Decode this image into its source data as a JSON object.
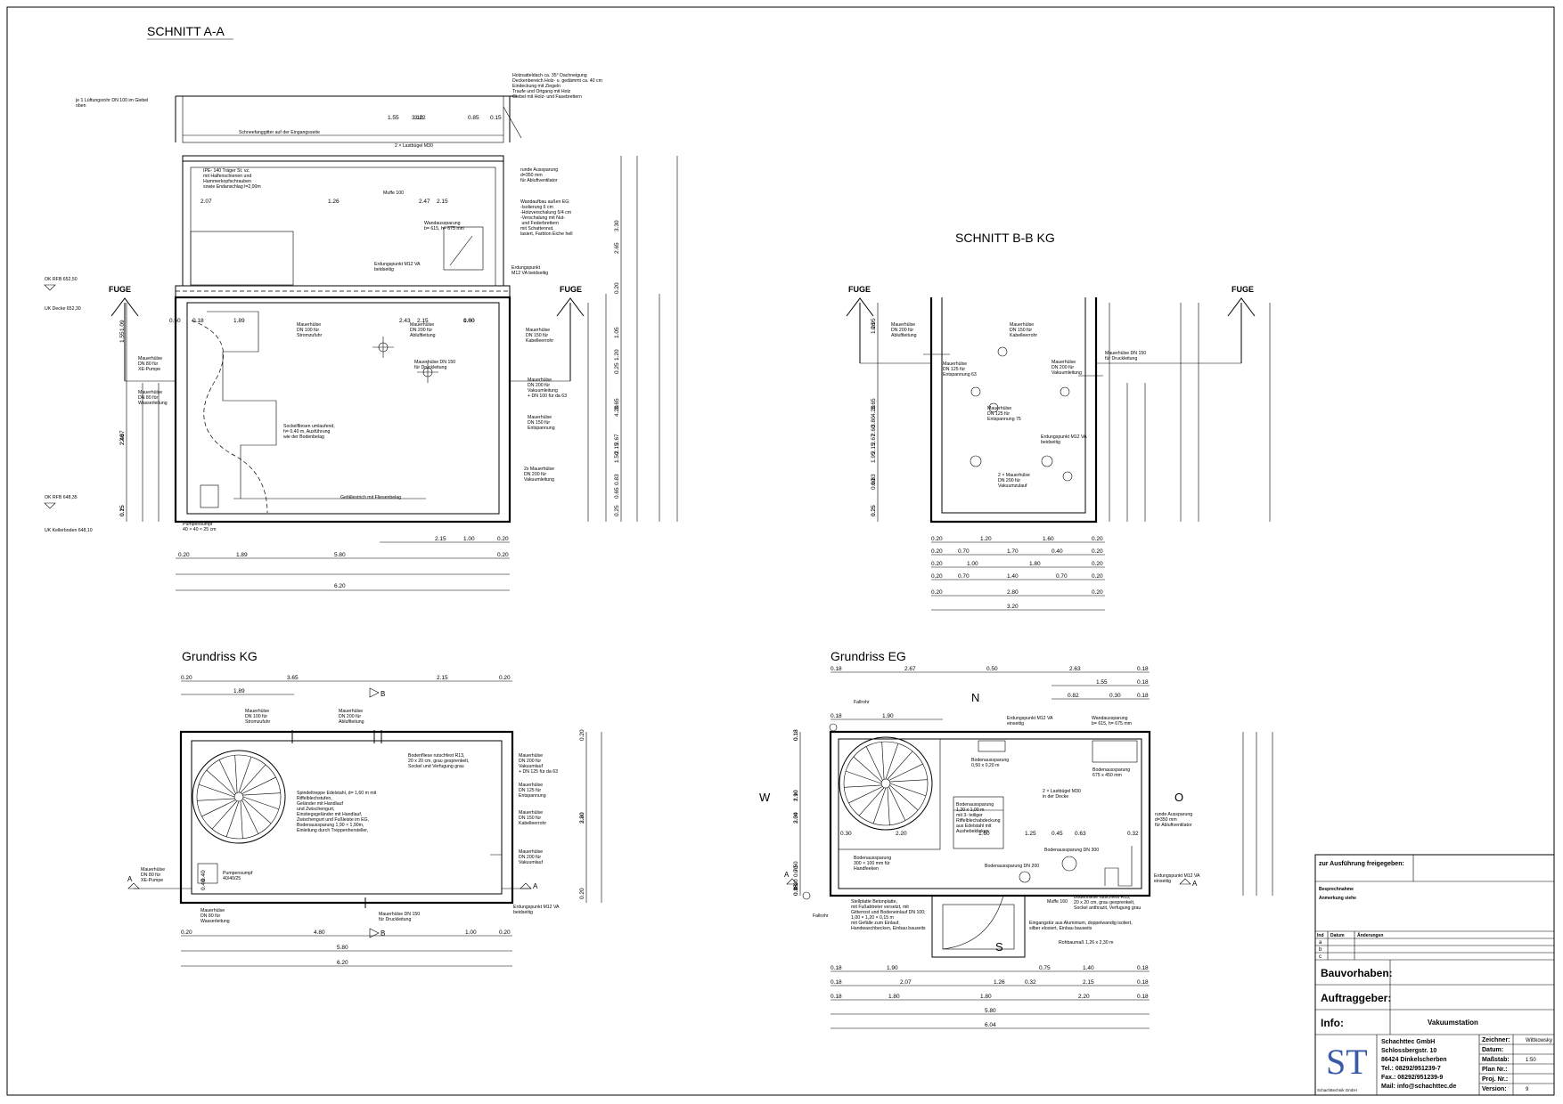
{
  "titles": {
    "schnitt_aa": "SCHNITT A-A",
    "schnitt_bb": "SCHNITT B-B  KG",
    "grundriss_kg": "Grundriss  KG",
    "grundriss_eg": "Grundriss  EG"
  },
  "labels": {
    "fuge": "FUGE",
    "ok_rfb_top": "OK  RFB 652,50",
    "uk_decke": "UK  Decke 652,30",
    "ok_rfb_bottom": "OK  RFB 648,35",
    "uk_kellerboden": "UK  Kellerboden 648,10",
    "compass_n": "N",
    "compass_s": "S",
    "compass_w": "W",
    "compass_o": "O",
    "sec_a": "A",
    "sec_b": "B"
  },
  "notes_aa": {
    "roof_right": "Holzsatteldach ca. 35° Dachneigung\nDeckenbereich Holz- u. gedämmt ca. 40 cm\nEindeckung mit Ziegeln\nTraufe und Ortgang mit Holz\nGiebel mit Holz- und Fasebrettern",
    "lueftung": "je 1 Lüftungsrohr DN 100 im Giebel\noben",
    "schneefang": "Schneefanggitter auf der Eingangsseite",
    "lastbuegel": "2 × Lastbügel M30",
    "ipe": "IPE- 140 Träger St. vz.\nmit Halfenschienen und\nHammerkopfschrauben\nsowie Endanschlag l=2,00m",
    "muffe": "Muffe 100",
    "runde_aussparung": "runde Aussparung\nd=350 mm\nfür Abluftventilator",
    "wandaussparung": "Wandaussparung\nb= 615, h= 675 mm",
    "erdungspunkt_top": "Erdungspunkt M12 VA\nbeidseitig",
    "wandaufbau": "Wandaufbau außen EG:\n-Isolierung 6 cm\n-Holzverschalung 5/4 cm\n-Verschalung mit Nut-\n und Federbrettern\nmit Schattennut,\nlasiert, Farbton Eiche hell",
    "mh_dn100_strom": "Mauerhülse\nDN 100 für\nStromzufuhr",
    "mh_dn200_abluft": "Mauerhülse\nDN 200 für\nAbluftleitung",
    "mh_dn150_druck": "Mauerhülse DN 150\nfür Druckleitung",
    "mh_dn150_kabel": "Mauerhülse\nDN 150 für\nKabelleerrohr",
    "mh_dn80_xepumpe": "Mauerhülse\nDN 80 für\nXE-Pumpe",
    "mh_dn80_wasser": "Mauerhülse\nDN 80 für\nWasserleitung",
    "mh_dn200_vakuum": "Mauerhülse\nDN 200 für\nVakuumleitung\n+ DN 100 für da 63",
    "mh_dn150_entsp": "Mauerhülse\nDN 150 für\nEntspannung",
    "sockelfliesen": "Sockelfliesen umlaufend,\nh= 0,40 m, Ausführung\nwie der Bodenbelag",
    "mh_2x_dn200": "2x Mauerhülse\nDN 200 für\nVakuumleitung",
    "gefaelle": "Gefällestrich mit Fliesenbelag",
    "pumpensumpf": "Pumpensumpf\n40 × 40 × 25 cm",
    "erdungspunkt_left": "Erdungspunkt\nM12 VA beidseitig"
  },
  "notes_bb": {
    "mh_dn200_abluft": "Mauerhülse\nDN 200 für\nAbluftleitung",
    "mh_dn150_kabel": "Mauerhülse\nDN 150 für\nKabelleerrohr",
    "mh_dn150_druck": "Mauerhülse DN 150\nfür Druckleitung",
    "mh_dn125_entsp63": "Mauerhülse\nDN 125 für\nEntspannung 63",
    "mh_dn200_vak": "Mauerhülse\nDN 200 für\nVakuumleitung",
    "mh_dn125_entsp75": "Mauerhülse\nDN 125 für\nEntspannung 75",
    "erdungspunkt": "Erdungspunkt M12 VA\nbeidseitig",
    "mh_2x_dn200": "2 × Mauerhülse\nDN 200 für\nVakuumzulauf"
  },
  "notes_kg": {
    "mh_dn100_strom": "Mauerhülse\nDN 100 für\nStromzufuhr",
    "mh_dn200_abluft": "Mauerhülse\nDN 200 für\nAbluftleitung",
    "bodenfliese": "Bodenfliese rutschfest R13,\n20 x 20 cm, grau gesprenkelt,\nSockel und Verfugung grau",
    "mh_dn200_vak": "Mauerhülse\nDN 200 für\nVakuumlauf\n+ DN 125 für da 63",
    "mh_dn125_entsp": "Mauerhülse\nDN 125 für\nEntspannung",
    "spindeltreppe": "Spindeltreppe Edelstahl, d= 1,60 m mit\nRiffelblechstufen,\nGeländer mit Handlauf\nund Zwischengurt,\nEinstiegsgeländer mit Handlauf,\nZwischengurt und Fußleiste im EG,\nBodenaussparung 1,90 × 1,90m,\nEinleitung durch Treppenhersteller,",
    "mh_dn150_kabel": "Mauerhülse\nDN 150 für\nKabelleerrohr",
    "mh_dn200_vakuumlauf": "Mauerhülse\nDN 200 für\nVakuumlauf",
    "pumpensumpf": "Pumpensumpf\n40/40/25",
    "mh_dn80_xe": "Mauerhülse\nDN 80 für\nXE-Pumpe",
    "mh_dn80_wasser": "Mauerhülse\nDN 80 für\nWasserleitung",
    "mh_dn150_druck": "Mauerhülse DN 150\nfür Druckleitung",
    "erdungspunkt": "Erdungspunkt M12 VA\nbeidseitig"
  },
  "notes_eg": {
    "fallrohr_top": "Fallrohr",
    "fallrohr_bottom": "Fallrohr",
    "erdungspunkt_top": "Erdungspunkt M12 VA\neinseitig",
    "wandaussparung": "Wandaussparung\nb= 615, h= 675 mm",
    "bodenaussparung_a": "Bodenaussparung\n0,50 x 0,20 m",
    "bodenaussparung_b": "Bodenaussparung\n675 x 450 mm",
    "bodenaussparung_c": "Bodenaussparung\n1,20 x 1,00 m\nmit 3- teiliger\nRiffelblechabdeckung\naus Edelstahl mit\nAushebeklinken",
    "lastbuegel": "2 × Lastbügel M30\nin der Decke",
    "runde_aussparung": "runde Aussparung\nd=350 mm\nfür Abluftventilator",
    "bodenaussparung_dn300": "Bodenaussparung DN 300",
    "bodenaussparung_dn200": "Bodenaussparung DN 200",
    "muffe": "Muffe 160",
    "bodenaussparung_300": "Bodenaussparung\n300 × 100 mm für\nHandfeeken",
    "stellplatte": "Stellplatte Betonplatte,\nmit Fußabtreter versetzt, mit\nGitterrost und Bodeneinlauf DN 100;\n1,00 × 1,20 × 0,15 m\nmit Gefälle zum Einlauf,\nHandwaschbecken, Einbau bauseits",
    "bodenfliese": "Bodenfliese rutschfest R13,\n20 x 20 cm, grau gesprenkelt,\nSockel anthrazit, Verfugung grau",
    "eingangstuer": "Eingangstür aus Aluminium, doppelwandig isoliert,\nsilber eloxiert, Einbau bauseits",
    "rohbaumass": "Rohbaumaß 1,26 x 2,30 m",
    "erdungspunkt_right": "Erdungspunkt M12 VA\neinseitig"
  },
  "dims_aa": {
    "top": [
      "3.22",
      "3.10",
      "1.55",
      "0.85",
      "0.15"
    ],
    "ipe": [
      "2.07",
      "1.26",
      "2.47",
      "2.15"
    ],
    "bottom1": [
      "0.20",
      "1.89",
      "5.80",
      "0.20"
    ],
    "bottom_a": [
      "2.15",
      "1.00",
      "0.20"
    ],
    "total": "6.20",
    "vert_right": [
      "3.30",
      "2.65",
      "0.20",
      "1.05",
      "1.20",
      "0.25",
      "3.65",
      "4.20",
      "2.15",
      "2.67",
      "1.50",
      "0.83",
      "0.65",
      "0.25"
    ],
    "vert_left": [
      "1.55",
      "1.09",
      "2.40",
      "2.40",
      "2.67",
      "0.25",
      "0.15"
    ],
    "inner": [
      "1.89",
      "2.15",
      "1.00",
      "2.43",
      "0.60",
      "0.50",
      "0.18"
    ]
  },
  "dims_bb": {
    "row1": [
      "0.20",
      "1.20",
      "1.60",
      "0.20"
    ],
    "row2": [
      "0.20",
      "0.70",
      "1.70",
      "0.40",
      "0.20"
    ],
    "row3": [
      "0.20",
      "1.00",
      "1.80",
      "0.20"
    ],
    "row4": [
      "0.20",
      "0.70",
      "1.40",
      "0.70",
      "0.20"
    ],
    "row5": [
      "0.20",
      "2.80",
      "0.20"
    ],
    "total": "3.20",
    "vert": [
      "0.95",
      "3.80",
      "0.25",
      "2.60",
      "2.15",
      "1.95",
      "0.83",
      "0.25",
      "3.65",
      "4.20",
      "2.67",
      "1.26",
      "0.60"
    ]
  },
  "dims_kg": {
    "top1": [
      "0.20",
      "3.65",
      "2.15",
      "0.20"
    ],
    "top2": [
      "1.89"
    ],
    "bottom1": [
      "0.20",
      "4.80",
      "1.00",
      "0.20"
    ],
    "bottom2": [
      "5.80"
    ],
    "total": "6.20",
    "vert": [
      "0.20",
      "2.80",
      "3.20",
      "0.20"
    ],
    "inner": [
      "0.40",
      "0.40"
    ]
  },
  "dims_eg": {
    "top": [
      "0.18",
      "2.67",
      "0.50",
      "2.63",
      "0.18"
    ],
    "top2": [
      "1.55",
      "0.18"
    ],
    "top3": [
      "0.82",
      "0.30",
      "0.18"
    ],
    "left1": [
      "0.18",
      "1.90"
    ],
    "inner": [
      "0.45",
      "0.32",
      "1.60",
      "2.20",
      "1.25",
      "0.63",
      "0.30"
    ],
    "bottom1": [
      "0.18",
      "1.90",
      "0.75",
      "1.40",
      "0.18"
    ],
    "bottom2": [
      "0.18",
      "2.07",
      "1.26",
      "0.32",
      "2.15",
      "0.18"
    ],
    "bottom3": [
      "0.18",
      "1.80",
      "1.80",
      "2.20",
      "0.18"
    ],
    "bottom4": [
      "5.80"
    ],
    "total": "6.04",
    "vert": [
      "0.18",
      "1.90",
      "0.50",
      "0.18",
      "2.10",
      "2.30",
      "3.04",
      "0.18",
      "0.70",
      "0.20",
      "0.35"
    ]
  },
  "title_block": {
    "freigabe": "zur Ausführung freigegeben:",
    "date_label": "Besprechnahme",
    "date_value": "Anmerkung siehe",
    "index_hdr": [
      "Ind",
      "Datum",
      "Änderungen"
    ],
    "index_rows": [
      "a",
      "b",
      "c"
    ],
    "bauvorhaben": "Bauvorhaben:",
    "auftraggeber": "Auftraggeber:",
    "info": "Info:",
    "info_value": "Vakuumstation",
    "logo": "ST",
    "logo_sub": "Schachttechnik GmbH",
    "company": [
      "Schachttec GmbH",
      "Schlossbergstr. 10",
      "86424 Dinkelscherben",
      "Tel.: 08292/951239-7",
      "Fax.: 08292/951239-9",
      "Mail: info@schachttec.de"
    ],
    "fields": [
      {
        "label": "Zeichner:",
        "value": "Wittkowsky"
      },
      {
        "label": "Datum:",
        "value": ""
      },
      {
        "label": "Maßstab:",
        "value": "1:50"
      },
      {
        "label": "Plan Nr.:",
        "value": ""
      },
      {
        "label": "Proj. Nr.:",
        "value": ""
      },
      {
        "label": "Version:",
        "value": "9"
      }
    ]
  }
}
